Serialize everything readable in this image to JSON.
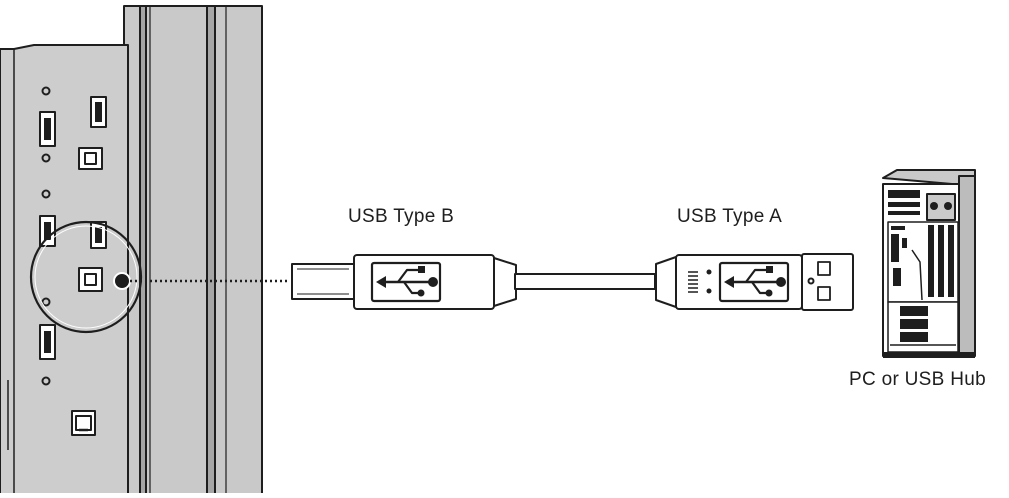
{
  "labels": {
    "usb_type_b": "USB Type B",
    "usb_type_a": "USB Type A",
    "pc_or_hub": "PC or USB Hub"
  },
  "icons": {
    "usb_b_symbol": "usb-trident-icon",
    "usb_a_symbol": "usb-trident-icon",
    "computer": "pc-tower-icon",
    "display_panel": "display-rear-panel-icon"
  },
  "colors": {
    "panel_fill": "#c9c9c9",
    "panel_dark": "#a6a6a6",
    "outline": "#1e1e1e",
    "plug_fill": "#ffffff"
  }
}
